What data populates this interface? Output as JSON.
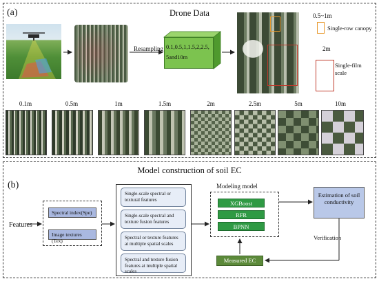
{
  "panel_a": {
    "label": "(a)",
    "title": "Drone Data",
    "resample_box": {
      "heading": "Resampling",
      "values": "0.1,0.5,1,1.5,2,2.5,",
      "values2": "5and10m"
    },
    "legend": {
      "canopy_size": "0.5~1m",
      "canopy_label": "Single-row canopy",
      "film_size": "2m",
      "film_label_line1": "Single-film",
      "film_label_line2": "scale"
    },
    "scales": [
      "0.1m",
      "0.5m",
      "1m",
      "1.5m",
      "2m",
      "2.5m",
      "5m",
      "10m"
    ]
  },
  "panel_b": {
    "label": "(b)",
    "title": "Model construction of soil EC",
    "features_label": "Features",
    "inputs": [
      "Spectral index(Spe)",
      "Image textures (Tex)"
    ],
    "feature_sets": [
      "Single-scale spectral or textural features",
      "Single-scale spectral and texture fusion features",
      "Spectral or texture features at multiple spatial scales",
      "Spectral and texture fusion features at multiple spatial scales"
    ],
    "modeling_title": "Modeling model",
    "models": [
      "XGBoost",
      "RFR",
      "BPNN"
    ],
    "estimation": "Estimation of soil conductivity",
    "verification": "Verification",
    "measured": "Measured EC"
  },
  "colors": {
    "model_green": "#2f9a44",
    "measured_green": "#5c8a3a",
    "estimation_blue": "#b9c8e8",
    "input_blue": "#a9b8e0"
  }
}
